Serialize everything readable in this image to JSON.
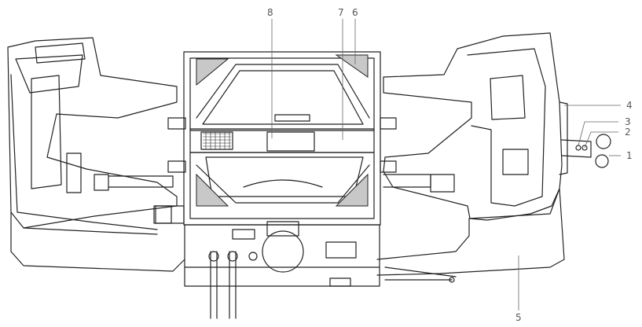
{
  "callouts": [
    {
      "id": "1",
      "label": "1"
    },
    {
      "id": "2",
      "label": "2"
    },
    {
      "id": "3",
      "label": "3"
    },
    {
      "id": "4",
      "label": "4"
    },
    {
      "id": "5",
      "label": "5"
    },
    {
      "id": "6",
      "label": "6"
    },
    {
      "id": "7",
      "label": "7"
    },
    {
      "id": "8",
      "label": "8"
    }
  ],
  "colors": {
    "line": "#222222",
    "panel_fill": "#c8c8c8",
    "leader": "#666666",
    "label": "#555555"
  }
}
